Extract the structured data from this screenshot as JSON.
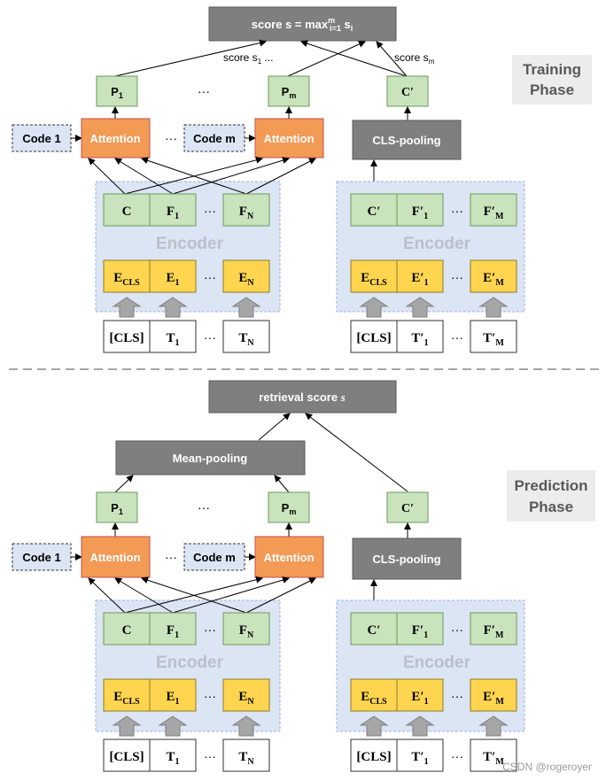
{
  "colors": {
    "green": "#c9e3bd",
    "green_stroke": "#6a9a5b",
    "orange": "#f4a261",
    "orange_fill": "#f39a55",
    "yellow": "#ffd54f",
    "blue_region": "#dbe5f4",
    "gray_box": "#7f7f7f",
    "phase_bg": "#ececec",
    "encoder_text": "#b9c0cb"
  },
  "training": {
    "score_box": "score s = max",
    "score_sup": "m",
    "score_sub": "i=1",
    "score_tail": " s",
    "score_tail_sub": "i",
    "score_s1": "score s",
    "score_s1_sub": "1",
    "score_s1_tail": " ...",
    "score_sm": "score s",
    "score_sm_sub": "m",
    "p1": "P",
    "p1_sub": "1",
    "pm": "P",
    "pm_sub": "m",
    "dots": "···",
    "c_prime": "C′",
    "code1": "Code 1",
    "codem": "Code m",
    "attention": "Attention",
    "cls_pooling": "CLS-pooling",
    "phase_line1": "Training",
    "phase_line2": "Phase"
  },
  "prediction": {
    "score_box": "retrieval score ",
    "score_var": "s",
    "mean_pooling": "Mean-pooling",
    "p1": "P",
    "p1_sub": "1",
    "pm": "P",
    "pm_sub": "m",
    "c_prime": "C′",
    "code1": "Code 1",
    "codem": "Code m",
    "attention": "Attention",
    "cls_pooling": "CLS-pooling",
    "phase_line1": "Prediction",
    "phase_line2": "Phase"
  },
  "encoder": {
    "label": "Encoder",
    "left_out": [
      "C",
      "F",
      "F"
    ],
    "left_out_sub": [
      "",
      "1",
      "N"
    ],
    "right_out": [
      "C′",
      "F′",
      "F′"
    ],
    "right_out_sub": [
      "",
      "1",
      "M"
    ],
    "left_emb": [
      "E",
      "E",
      "E"
    ],
    "left_emb_sub": [
      "CLS",
      "1",
      "N"
    ],
    "right_emb": [
      "E",
      "E′",
      "E′"
    ],
    "right_emb_sub": [
      "CLS",
      "1",
      "M"
    ],
    "left_tok": [
      "[CLS]",
      "T",
      "T"
    ],
    "left_tok_sub": [
      "",
      "1",
      "N"
    ],
    "right_tok": [
      "[CLS]",
      "T′",
      "T′"
    ],
    "right_tok_sub": [
      "",
      "1",
      "M"
    ],
    "dots": "···"
  },
  "watermark": "CSDN @rogeroyer"
}
